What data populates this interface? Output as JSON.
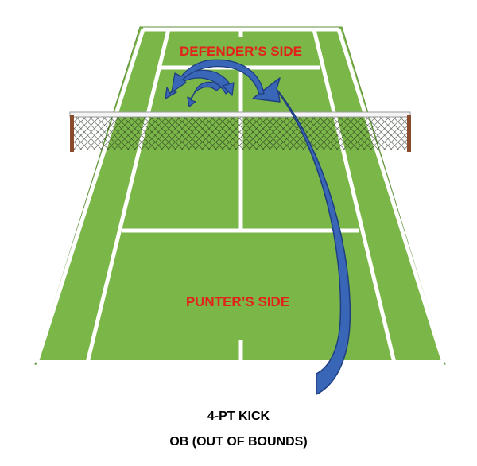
{
  "court": {
    "top_label": "DEFENDER’S SIDE",
    "bottom_label": "PUNTER’S SIDE"
  },
  "caption": {
    "line1": "4-PT KICK",
    "line2": "OB (OUT OF BOUNDS)"
  },
  "colors": {
    "court_green": "#7ab648",
    "court_outline": "#5f8f3a",
    "lines": "#ffffff",
    "label_red": "#e2231a",
    "arrow_blue": "#3a66b8",
    "arrow_outline": "#1f3f80",
    "net_post": "#8b4a2b"
  },
  "icons": {
    "main_arrow": "curved-arrow-icon",
    "small_arrows": "bounce-arrow-icon"
  }
}
